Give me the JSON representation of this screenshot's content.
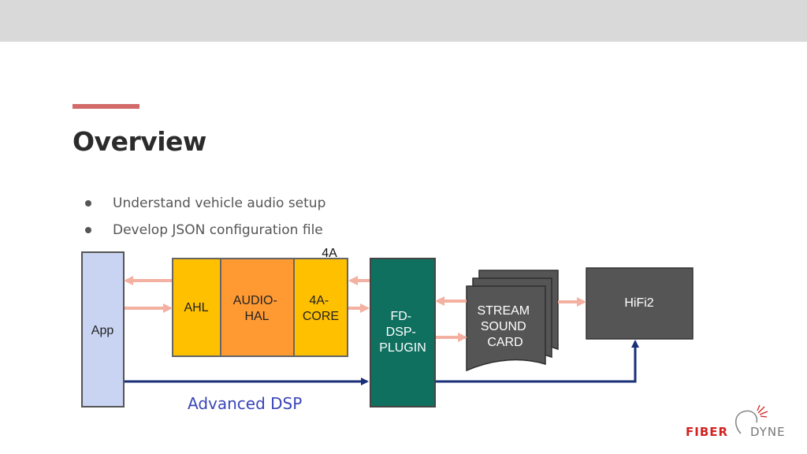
{
  "slide": {
    "title": "Overview",
    "bullets": [
      "Understand vehicle audio setup",
      "Develop JSON configuration file"
    ]
  },
  "diagram": {
    "app": {
      "label": "App"
    },
    "group_label": "4A",
    "ahl": {
      "label": "AHL"
    },
    "audio_hal": {
      "lines": [
        "AUDIO-",
        "HAL"
      ]
    },
    "core": {
      "lines": [
        "4A-",
        "CORE"
      ]
    },
    "plugin": {
      "lines": [
        "FD-",
        "DSP-",
        "PLUGIN"
      ]
    },
    "sound_card": {
      "lines": [
        "STREAM",
        "SOUND",
        "CARD"
      ]
    },
    "hifi": {
      "label": "HiFi2"
    },
    "path_label": "Advanced DSP"
  },
  "logo": {
    "text_left": "FIBER",
    "text_right": "DYNE"
  },
  "colors": {
    "app_fill": "#c9d4f2",
    "yellow": "#ffc000",
    "orange": "#ff9a33",
    "teal": "#107060",
    "gray_box": "#555555",
    "salmon_arrow": "#f4b0a0",
    "navy_arrow": "#1a2f78",
    "path_label": "#3a45b8",
    "logo_red": "#d32222"
  }
}
